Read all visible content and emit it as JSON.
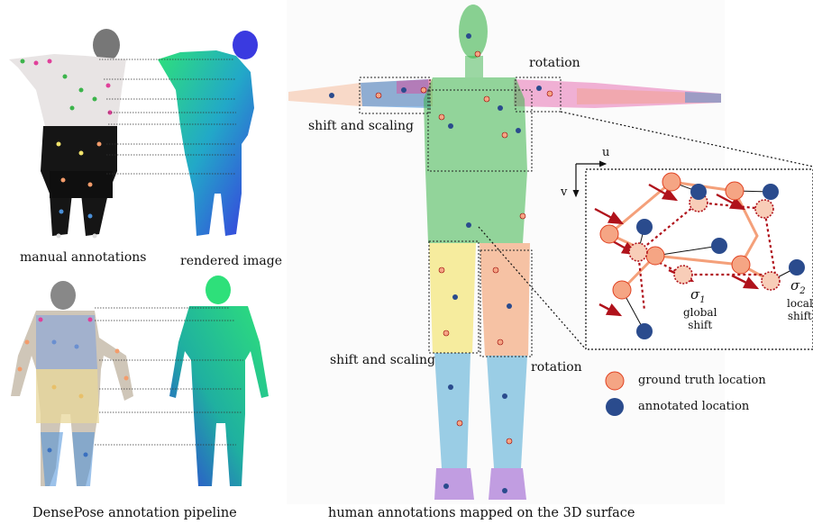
{
  "figure": {
    "panel_left": {
      "top": {
        "label_left": "manual annotations",
        "label_right": "rendered image"
      },
      "bottom": {
        "caption": "DensePose annotation pipeline"
      }
    },
    "panel_right": {
      "caption": "human annotations mapped on the 3D surface",
      "annotations": {
        "rotation_top": "rotation",
        "shift_scaling_top": "shift and scaling",
        "shift_scaling_bottom": "shift and scaling",
        "rotation_bottom": "rotation"
      }
    },
    "inset": {
      "axis_u": "u",
      "axis_v": "v",
      "sigma1": "σ",
      "sigma1_sub": "1",
      "sigma2": "σ",
      "sigma2_sub": "2",
      "global_shift_line1": "global",
      "global_shift_line2": "shift",
      "local_shift_line1": "local",
      "local_shift_line2": "shift"
    },
    "legend": {
      "items": [
        {
          "label": "ground truth location",
          "color": "#f5a584"
        },
        {
          "label": "annotated location",
          "color": "#2a4b8d"
        }
      ]
    },
    "colors": {
      "torso_green": "#3cb44b",
      "leg_yellow": "#f2e36b",
      "leg_orange": "#f39c6b",
      "arm_blue": "#4a90d9",
      "arm_pink": "#e0409a",
      "shin_cyan": "#3aa0d0",
      "foot_purple": "#9b5fd0",
      "arrow_red": "#b0121b"
    }
  }
}
